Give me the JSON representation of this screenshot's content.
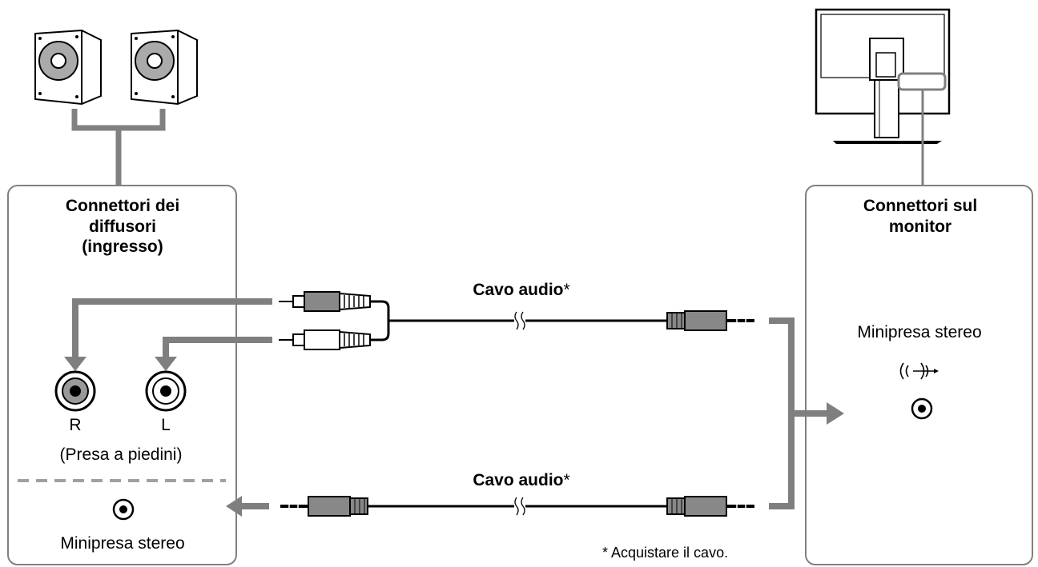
{
  "left_panel": {
    "title_line1": "Connettori dei",
    "title_line2": "diffusori",
    "title_line3": "(ingresso)",
    "jack_r": "R",
    "jack_l": "L",
    "pin_jack": "(Presa a piedini)",
    "mini_jack": "Minipresa stereo"
  },
  "right_panel": {
    "title_line1": "Connettori sul",
    "title_line2": "monitor",
    "mini_jack": "Minipresa stereo"
  },
  "cables": {
    "top_label": "Cavo audio",
    "bottom_label": "Cavo audio",
    "asterisk": "*"
  },
  "footnote": "* Acquistare il cavo.",
  "icons": {
    "speakers": "speaker-pair-icon",
    "monitor": "monitor-rear-icon",
    "audio_symbol": "audio-out-icon"
  },
  "colors": {
    "frame": "#808080",
    "connector_gray": "#a0a0a0",
    "arrow": "#7f7f7f"
  }
}
